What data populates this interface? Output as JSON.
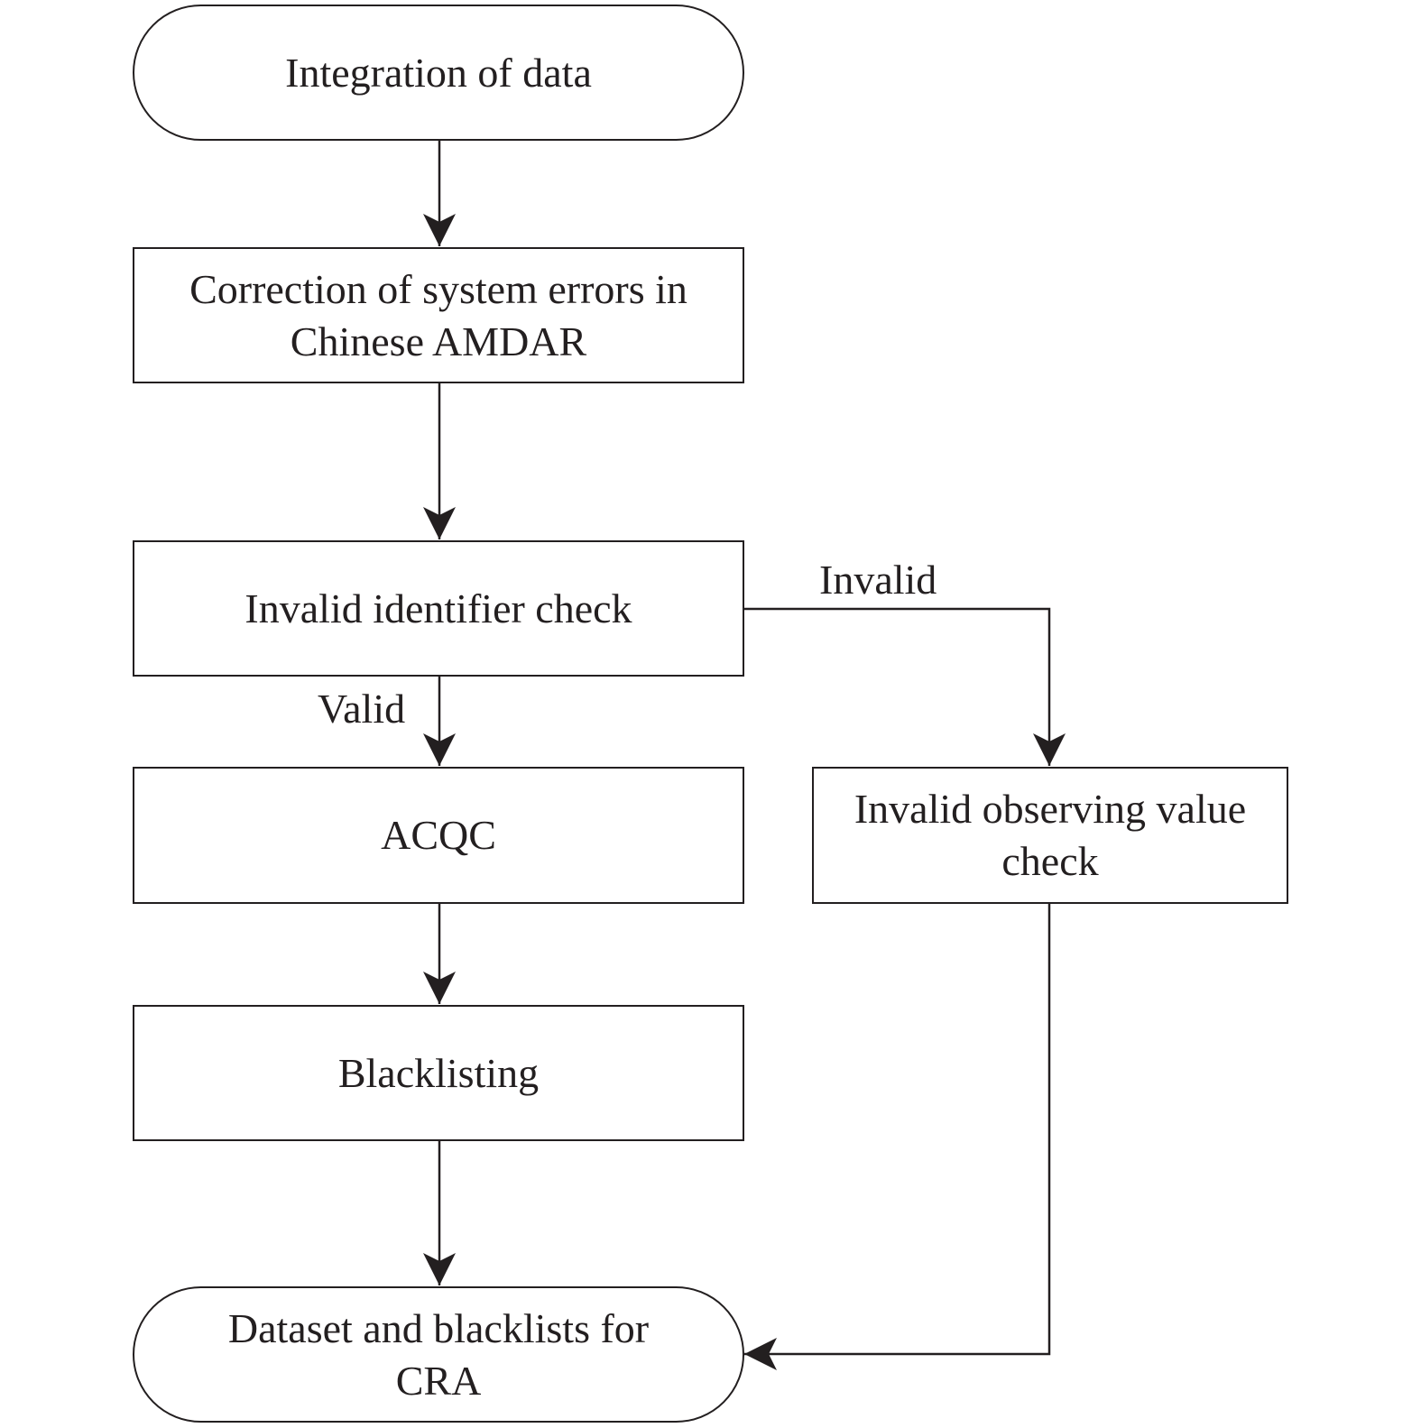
{
  "diagram": {
    "type": "flowchart",
    "nodes": {
      "start": {
        "lines": [
          "Integration of data"
        ]
      },
      "correction": {
        "lines": [
          "Correction of system errors in",
          "Chinese AMDAR"
        ]
      },
      "identifier_check": {
        "lines": [
          "Invalid identifier check"
        ]
      },
      "acqc": {
        "lines": [
          "ACQC"
        ]
      },
      "blacklisting": {
        "lines": [
          "Blacklisting"
        ]
      },
      "observing_check": {
        "lines": [
          "Invalid observing value",
          "check"
        ]
      },
      "end": {
        "lines": [
          "Dataset and blacklists for",
          "CRA"
        ]
      }
    },
    "edge_labels": {
      "invalid": "Invalid",
      "valid": "Valid"
    },
    "edges": [
      {
        "from": "start",
        "to": "correction"
      },
      {
        "from": "correction",
        "to": "identifier_check"
      },
      {
        "from": "identifier_check",
        "to": "acqc",
        "label": "Valid"
      },
      {
        "from": "identifier_check",
        "to": "observing_check",
        "label": "Invalid"
      },
      {
        "from": "acqc",
        "to": "blacklisting"
      },
      {
        "from": "blacklisting",
        "to": "end"
      },
      {
        "from": "observing_check",
        "to": "end"
      }
    ],
    "colors": {
      "stroke": "#231f20",
      "background": "#ffffff"
    }
  }
}
